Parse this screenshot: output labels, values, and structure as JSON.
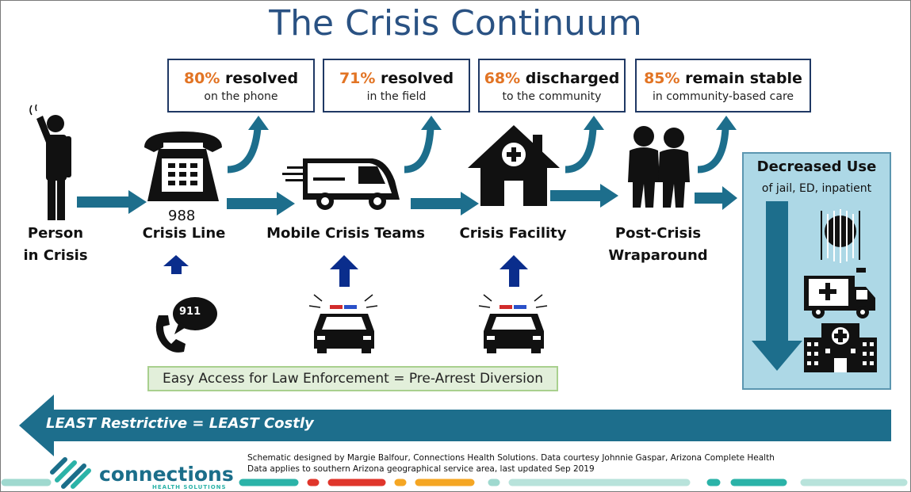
{
  "title": "The Crisis Continuum",
  "stats": [
    {
      "pct": "80%",
      "main": " resolved",
      "sub": "on the phone"
    },
    {
      "pct": "71%",
      "main": " resolved",
      "sub": "in the field"
    },
    {
      "pct": "68%",
      "main": " discharged",
      "sub": "to the community"
    },
    {
      "pct": "85%",
      "main": " remain stable",
      "sub": "in community-based care"
    }
  ],
  "stages": {
    "person": {
      "line1": "Person",
      "line2": "in Crisis"
    },
    "crisis_line": {
      "number": "988",
      "label": "Crisis Line"
    },
    "mobile": {
      "label": "Mobile Crisis Teams"
    },
    "facility": {
      "label": "Crisis Facility"
    },
    "post": {
      "line1": "Post-Crisis",
      "line2": "Wraparound"
    }
  },
  "decreased": {
    "title": "Decreased Use",
    "sub": "of jail, ED, inpatient"
  },
  "emergency_number": "911",
  "diversion": "Easy Access for Law Enforcement = Pre-Arrest Diversion",
  "least": "LEAST Restrictive = LEAST Costly",
  "footer": {
    "line1": "Schematic designed by Margie Balfour, Connections Health Solutions. Data courtesy Johnnie Gaspar, Arizona Complete Health",
    "line2": "Data applies to southern Arizona geographical service area, last updated Sep 2019"
  },
  "logo": {
    "name": "connections",
    "tagline": "HEALTH SOLUTIONS"
  },
  "colors": {
    "title": "#2a5283",
    "accent_orange": "#e27424",
    "arrow_teal": "#1d6e8c",
    "up_arrow_blue": "#0a2d8c",
    "box_border": "#1f3864",
    "decrease_bg": "#add8e6",
    "diversion_bg": "#e2efda"
  },
  "icons": [
    "person-waving-icon",
    "phone-icon",
    "van-icon",
    "facility-house-icon",
    "two-people-icon",
    "jail-icon",
    "ambulance-icon",
    "hospital-icon",
    "police-car-icon",
    "phone-911-icon"
  ]
}
